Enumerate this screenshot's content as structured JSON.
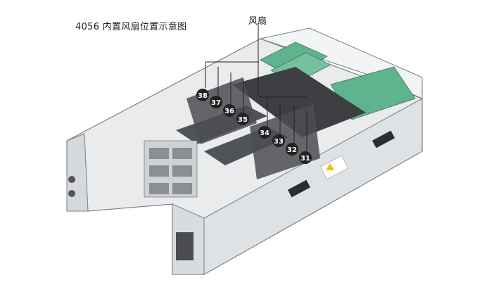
{
  "caption": "4056 内置风扇位置示意图",
  "callout_label": "风扇",
  "fans": [
    {
      "number": "38"
    },
    {
      "number": "37"
    },
    {
      "number": "36"
    },
    {
      "number": "35"
    },
    {
      "number": "34"
    },
    {
      "number": "33"
    },
    {
      "number": "32"
    },
    {
      "number": "31"
    }
  ],
  "colors": {
    "chassis": "#e9ebec",
    "chassis_edge": "#7b7f83",
    "dark_component": "#3d3f42",
    "pcb_green": "#5fb38f",
    "badge": "#222222"
  }
}
